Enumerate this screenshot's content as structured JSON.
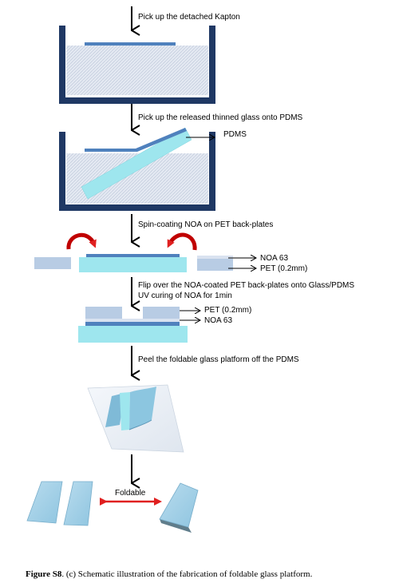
{
  "steps": {
    "step1": "Pick up the detached Kapton",
    "step2": "Pick up the released thinned glass onto PDMS",
    "step3": "Spin-coating NOA on PET back-plates",
    "step4_line1": "Flip over the NOA-coated PET back-plates onto Glass/PDMS",
    "step4_line2": "UV curing of NOA for 1min",
    "step5": "Peel the foldable glass platform off the PDMS"
  },
  "labels": {
    "pdms": "PDMS",
    "noa63": "NOA 63",
    "pet": "PET (0.2mm)",
    "foldable": "Foldable"
  },
  "caption": {
    "label": "Figure S8",
    "text": ". (c) Schematic illustration of the fabrication of foldable glass platform."
  },
  "colors": {
    "container": "#1f3864",
    "liquid": "#dde3ee",
    "glass": "#9ee6ee",
    "kapton": "#4f81bd",
    "pet": "#b8cce4",
    "curl_arrow": "#c00000",
    "fold_arrow": "#e02020"
  }
}
